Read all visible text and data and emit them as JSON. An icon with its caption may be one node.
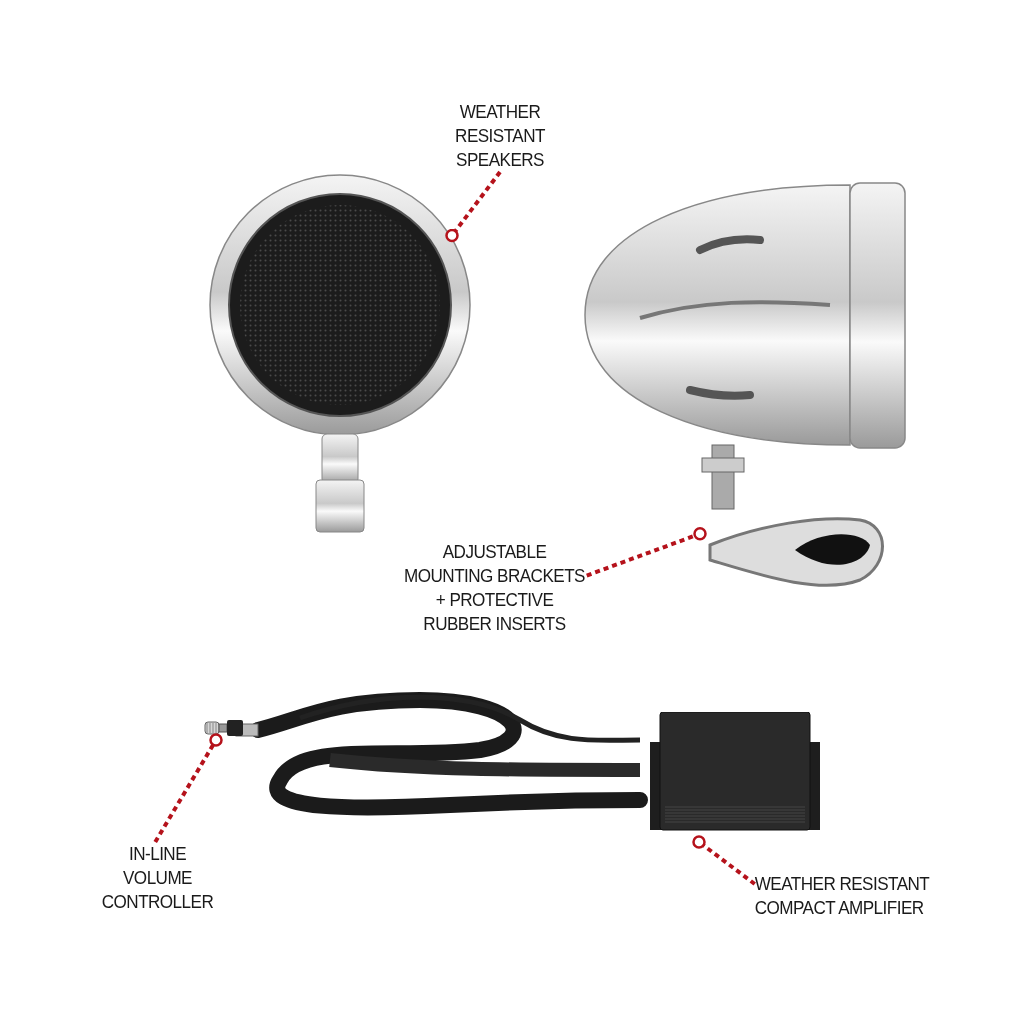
{
  "diagram": {
    "nodes": [
      {
        "text": [
          "WEATHER RESISTANT SPEAKERS"
        ]
      },
      {
        "text": [],
        "shape": "picture"
      },
      {
        "text": [
          "ADJUSTABLE MOUNTING BRACKETS + PROTECTIVE RUBBER INSERTS"
        ]
      },
      {
        "text": [],
        "shape": "picture"
      },
      {
        "text": [
          "IN-LINE VOLUME CONTROLLER"
        ]
      },
      {
        "text": [],
        "shape": "picture"
      },
      {
        "text": [
          "WEATHER RESISTANT COMPACT AMPLIFIER"
        ]
      },
      {
        "text": [],
        "shape": "picture"
      }
    ],
    "edges": [
      {
        "from": 0,
        "to": 1,
        "arrow": "other"
      },
      {
        "from": 2,
        "to": 3,
        "arrow": "other"
      },
      {
        "from": 4,
        "to": 5,
        "arrow": "other"
      },
      {
        "from": 6,
        "to": 7,
        "arrow": "other"
      }
    ]
  }
}
